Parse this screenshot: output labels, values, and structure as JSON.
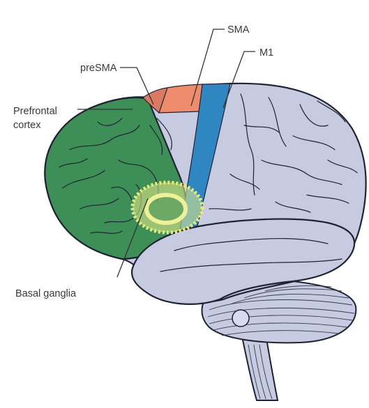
{
  "labels": {
    "sma": "SMA",
    "m1": "M1",
    "presma": "preSMA",
    "prefrontal_line1": "Prefrontal",
    "prefrontal_line2": "cortex",
    "basal_ganglia": "Basal ganglia"
  },
  "colors": {
    "cortex": "#c7cbe2",
    "prefrontal": "#3e8f57",
    "m1": "#2f86c1",
    "sma": "#ef8c6c",
    "presma": "#d97a62",
    "basal_ganglia": "#e9ee8a",
    "outline": "#1e2233",
    "sulcus": "#333a4a"
  }
}
